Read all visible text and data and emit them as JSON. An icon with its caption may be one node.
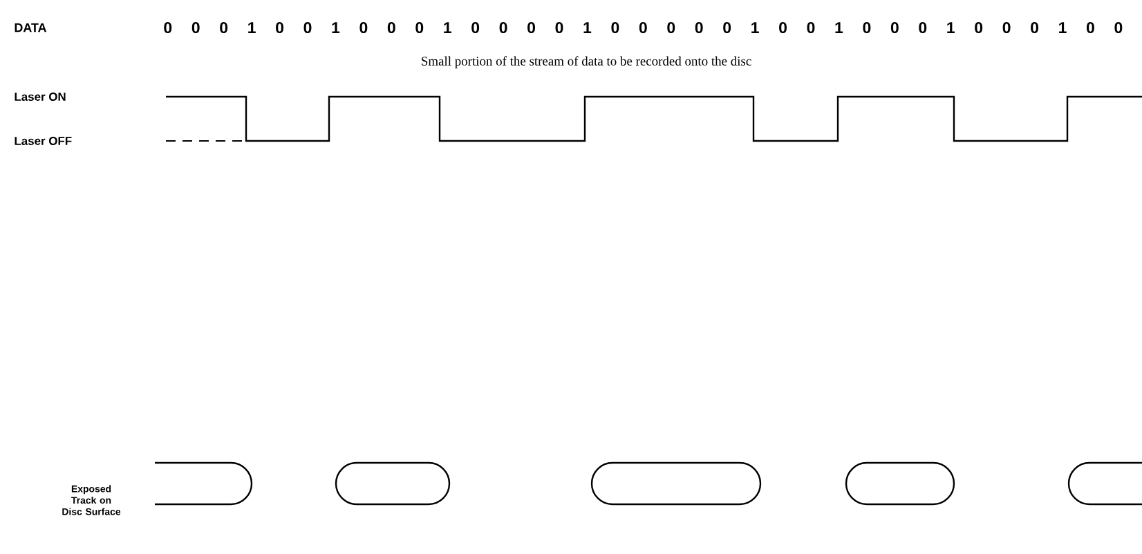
{
  "diagram": {
    "labels": [
      "DATA",
      "0 0 0 1 0 0 1 0 0 0 1 0 0 0 0 1 0 0 0 0 0 1 0 0 1 0 0 0 1 0 0 0 1 0 0",
      "Small portion of the stream of data to be recorded onto the disc",
      "Laser ON",
      "Laser OFF",
      "Exposed Track on Disc Surface"
    ]
  }
}
